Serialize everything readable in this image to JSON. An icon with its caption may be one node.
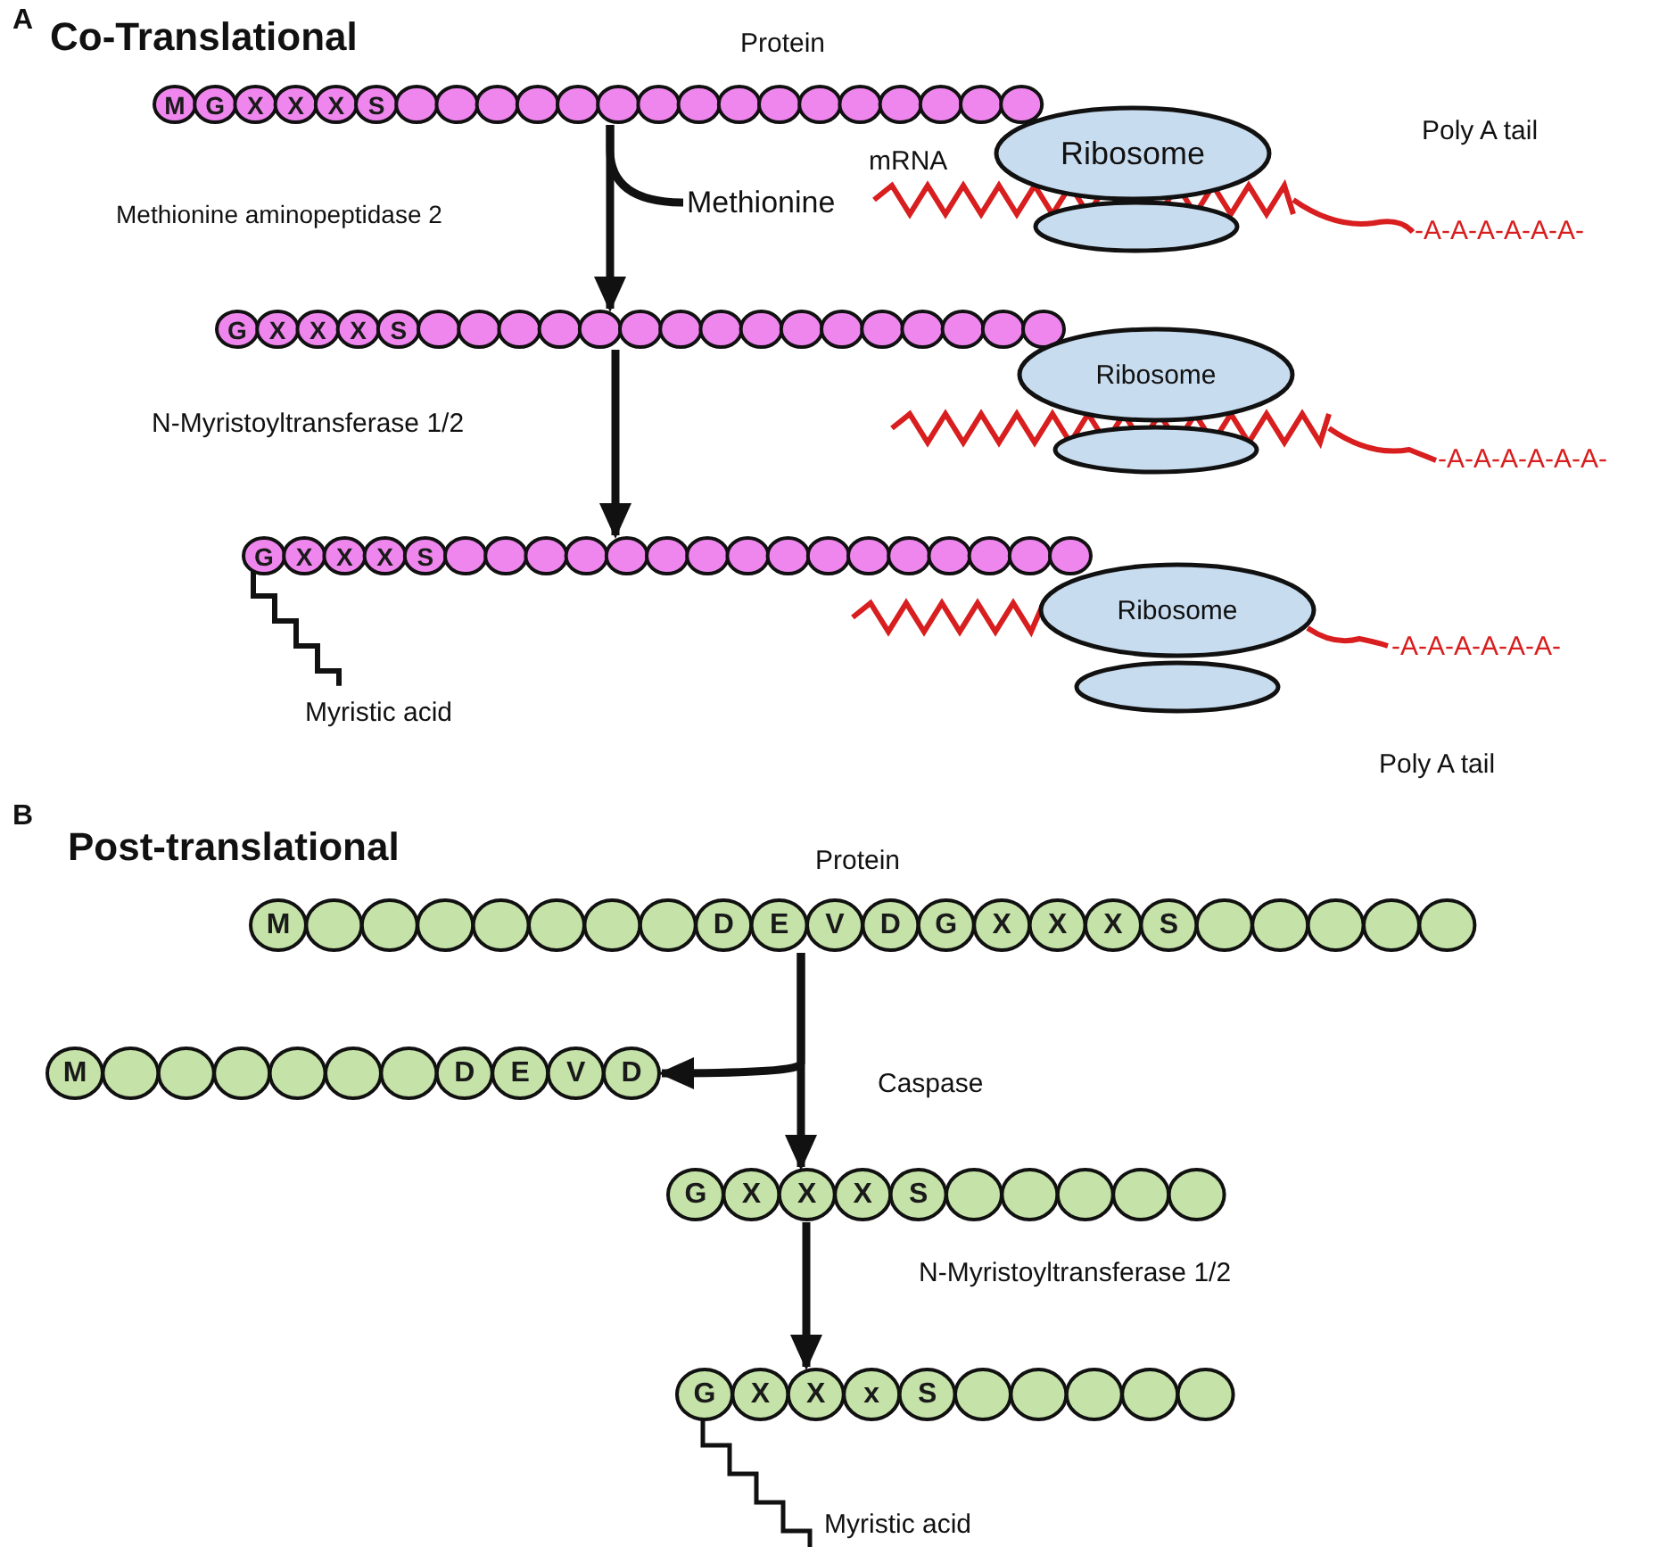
{
  "diagram": {
    "nodes": [
      {
        "text": [
          "M",
          "G",
          "X",
          "X",
          "X",
          "S"
        ]
      },
      {
        "text": [
          "Ribosome"
        ]
      },
      {
        "text": [
          "Methionine"
        ]
      },
      {
        "text": [
          "G",
          "X",
          "X",
          "X",
          "S"
        ]
      },
      {
        "text": [
          "Ribosome"
        ]
      },
      {
        "text": [
          "G",
          "X",
          "X",
          "X",
          "S"
        ]
      },
      {
        "text": [
          "Ribosome"
        ]
      },
      {
        "text": [
          "M",
          "D",
          "E",
          "V",
          "D",
          "G",
          "X",
          "X",
          "X",
          "S"
        ]
      },
      {
        "text": [
          "M",
          "D",
          "E",
          "V",
          "D"
        ]
      },
      {
        "text": [
          "G",
          "X",
          "X",
          "X",
          "S"
        ]
      },
      {
        "text": [
          "G",
          "X",
          "X",
          "x",
          "S"
        ]
      },
      {
        "text": [],
        "shape": "ellipse"
      },
      {
        "text": [],
        "shape": "ellipse"
      },
      {
        "text": [],
        "shape": "ellipse"
      }
    ],
    "edges": [
      {
        "from": 0,
        "to": 3,
        "arrow": "to"
      },
      {
        "from": 0,
        "to": 2,
        "arrow": "none"
      },
      {
        "from": 3,
        "to": 5,
        "arrow": "to"
      },
      {
        "from": 7,
        "to": 9,
        "arrow": "to"
      },
      {
        "from": 7,
        "to": 8,
        "arrow": "to"
      },
      {
        "from": 9,
        "to": 10,
        "arrow": "to"
      }
    ],
    "labels": [
      "A",
      "Co-Translational",
      "Protein",
      "mRNA",
      "Poly A tail",
      "-A-A-A-A-A-A-",
      "Methionine aminopeptidase 2",
      "-A-A-A-A-A-A-",
      "N-Myristoyltransferase 1/2",
      "-A-A-A-A-A-A-",
      "Myristic acid",
      "Poly A tail",
      "B",
      "Post-translational",
      "Protein",
      "Caspase",
      "N-Myristoyltransferase 1/2",
      "Myristic acid"
    ]
  }
}
